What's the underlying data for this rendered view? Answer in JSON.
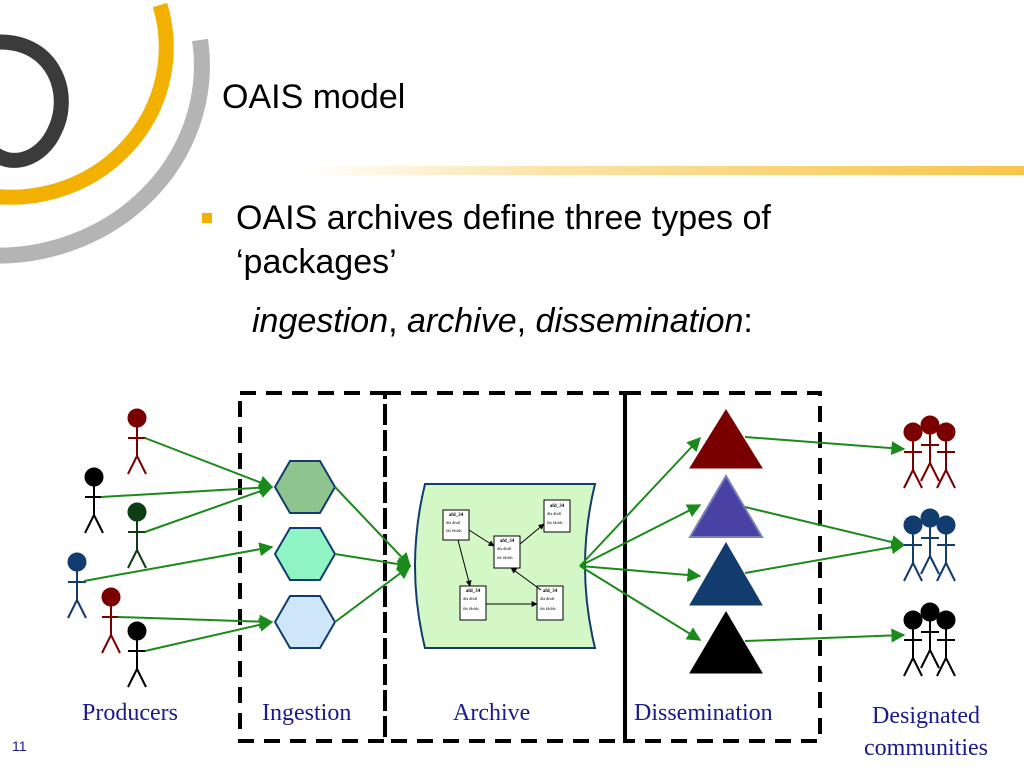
{
  "slide": {
    "title": "OAIS model",
    "bullet": {
      "text": "OAIS archives define three types of ‘packages’",
      "types": [
        "ingestion",
        "archive",
        "dissemination"
      ],
      "sep": ", ",
      "end": ":"
    },
    "slide_number": "11"
  },
  "diagram": {
    "stages": {
      "producers": "Producers",
      "ingestion": "Ingestion",
      "archive": "Archive",
      "dissemination": "Dissemination",
      "designated_line1": "Designated",
      "designated_line2": "communities"
    },
    "aip": {
      "title": "afd_34",
      "line1": "dfa dfsdf",
      "line2": "fds fdsfds"
    },
    "colors": {
      "maroon": "#7a0000",
      "navy": "#123c6e",
      "black": "#000000",
      "dark_green": "#0d3d12",
      "arrow_green": "#1a8a1a",
      "hex_green": "#8fc48f",
      "hex_mint": "#8ff5c4",
      "hex_blue": "#cde6fa",
      "archive_fill": "#d4f7c6",
      "tri_purple": "#4842a4",
      "ring_gold": "#f2b000",
      "ring_gray": "#b4b4b4",
      "ring_dark": "#3b3b3b"
    }
  }
}
